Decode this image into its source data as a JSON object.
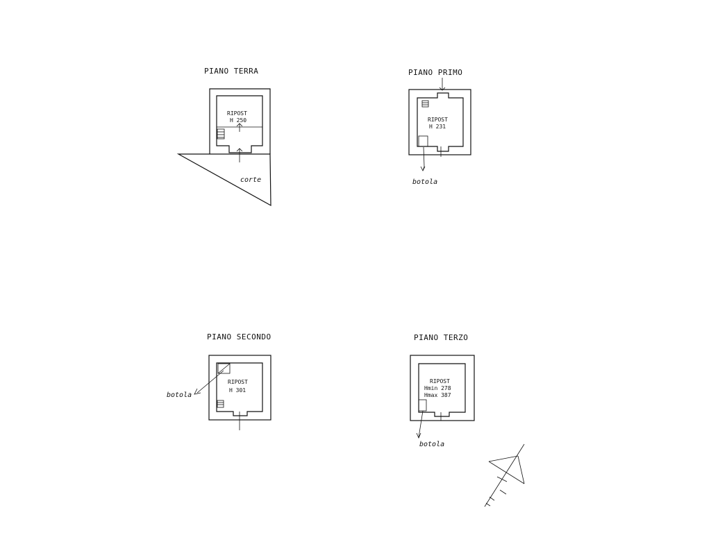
{
  "plans": {
    "ground": {
      "title": "PIANO  TERRA",
      "room": "RIPOST",
      "height": "H 250",
      "court": "corte"
    },
    "first": {
      "title": "PIANO  PRIMO",
      "room": "RIPOST",
      "height": "H 231",
      "hatch": "botola"
    },
    "second": {
      "title": "PIANO   SECONDO",
      "room": "RIPOST",
      "height": "H 301",
      "hatch": "botola"
    },
    "third": {
      "title": "PIANO   TERZO",
      "room": "RIPOST",
      "hmin": "Hmin 278",
      "hmax": "Hmax 387",
      "hatch": "botola"
    }
  },
  "north_arrow": {
    "icon": "north-arrow-icon"
  }
}
